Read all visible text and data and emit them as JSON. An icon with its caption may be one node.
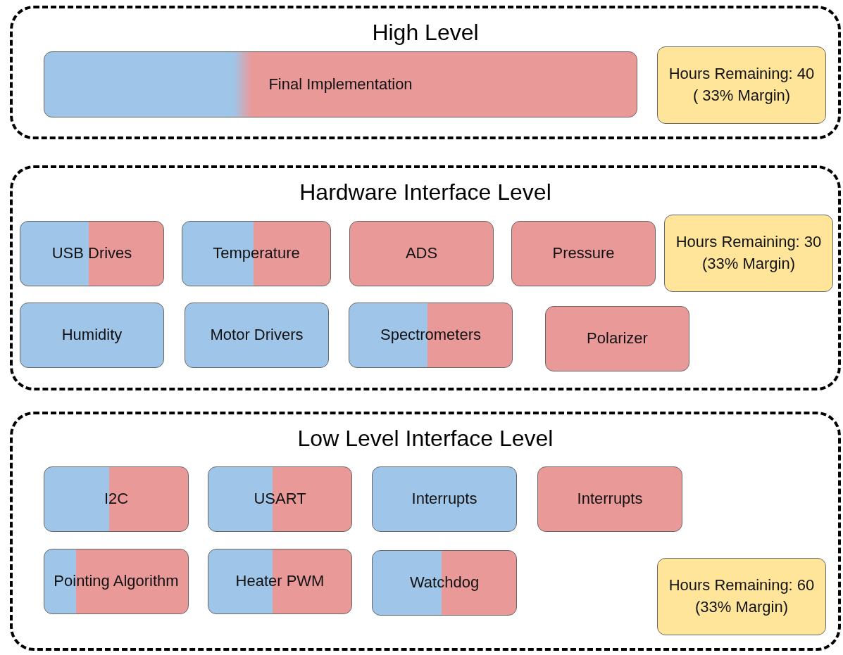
{
  "diagram": {
    "nodes": [
      {
        "text": [
          "High Level"
        ]
      },
      {
        "text": [
          "Final Implementation"
        ],
        "in": 0
      },
      {
        "text": [
          "Hours Remaining: 40 ( 33% Margin)"
        ],
        "in": 0
      },
      {
        "text": [
          "Hardware Interface Level"
        ]
      },
      {
        "text": [
          "USB Drives"
        ],
        "in": 3
      },
      {
        "text": [
          "Temperature"
        ],
        "in": 3
      },
      {
        "text": [
          "ADS"
        ],
        "in": 3
      },
      {
        "text": [
          "Pressure"
        ],
        "in": 3
      },
      {
        "text": [
          "Hours Remaining: 30 (33% Margin)"
        ],
        "in": 3
      },
      {
        "text": [
          "Humidity"
        ],
        "in": 3
      },
      {
        "text": [
          "Motor Drivers"
        ],
        "in": 3
      },
      {
        "text": [
          "Spectrometers"
        ],
        "in": 3
      },
      {
        "text": [
          "Polarizer"
        ],
        "in": 3
      },
      {
        "text": [
          "Low Level Interface Level"
        ]
      },
      {
        "text": [
          "I2C"
        ],
        "in": 13
      },
      {
        "text": [
          "USART"
        ],
        "in": 13
      },
      {
        "text": [
          "Interrupts"
        ],
        "in": 13
      },
      {
        "text": [
          "Interrupts"
        ],
        "in": 13
      },
      {
        "text": [
          "Pointing Algorithm"
        ],
        "in": 13
      },
      {
        "text": [
          "Heater PWM"
        ],
        "in": 13
      },
      {
        "text": [
          "Watchdog"
        ],
        "in": 13
      },
      {
        "text": [
          "Hours Remaining: 60 (33% Margin)"
        ],
        "in": 13
      }
    ]
  }
}
